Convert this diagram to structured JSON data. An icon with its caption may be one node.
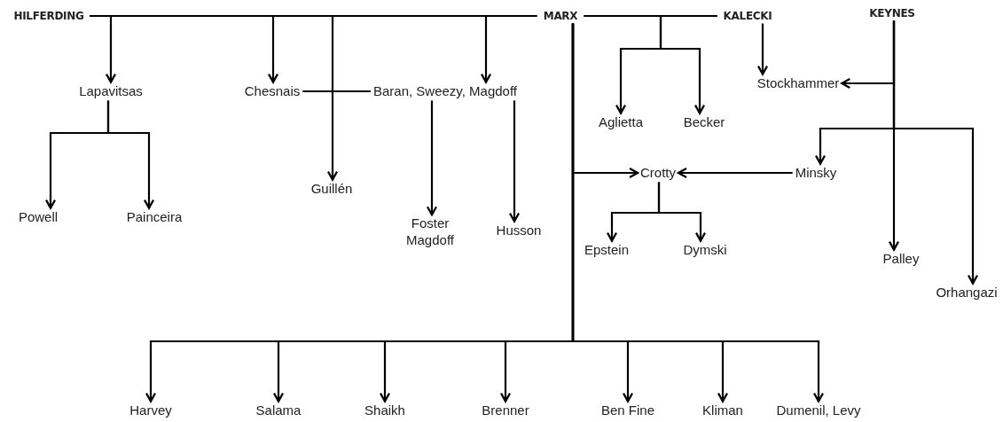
{
  "diagram": {
    "nodes": [
      {
        "text": [
          "HILFERDING"
        ]
      },
      {
        "text": [
          "MARX"
        ]
      },
      {
        "text": [
          "KALECKI"
        ]
      },
      {
        "text": [
          "KEYNES"
        ]
      },
      {
        "text": [
          "Lapavitsas"
        ]
      },
      {
        "text": [
          "Chesnais"
        ]
      },
      {
        "text": [
          "Baran, Sweezy, Magdoff"
        ]
      },
      {
        "text": [
          "Guillén"
        ]
      },
      {
        "text": [
          "Powell"
        ]
      },
      {
        "text": [
          "Painceira"
        ]
      },
      {
        "text": [
          "Foster Magdoff"
        ]
      },
      {
        "text": [
          "Husson"
        ]
      },
      {
        "text": [
          "Aglietta"
        ]
      },
      {
        "text": [
          "Becker"
        ]
      },
      {
        "text": [
          "Stockhammer"
        ]
      },
      {
        "text": [
          "Crotty"
        ]
      },
      {
        "text": [
          "Minsky"
        ]
      },
      {
        "text": [
          "Epstein"
        ]
      },
      {
        "text": [
          "Dymski"
        ]
      },
      {
        "text": [
          "Palley"
        ]
      },
      {
        "text": [
          "Orhangazi"
        ]
      },
      {
        "text": [
          "Harvey"
        ]
      },
      {
        "text": [
          "Salama"
        ]
      },
      {
        "text": [
          "Shaikh"
        ]
      },
      {
        "text": [
          "Brenner"
        ]
      },
      {
        "text": [
          "Ben Fine"
        ]
      },
      {
        "text": [
          "Kliman"
        ]
      },
      {
        "text": [
          "Dumenil, Levy"
        ]
      }
    ],
    "edges": [
      {
        "from": 0,
        "to": 1,
        "arrow": "none"
      },
      {
        "from": 0,
        "to": 4,
        "arrow": "to"
      },
      {
        "from": 0,
        "to": 5,
        "arrow": "to"
      },
      {
        "from": 0,
        "to": 7,
        "arrow": "to"
      },
      {
        "from": 0,
        "to": 6,
        "arrow": "to"
      },
      {
        "from": 5,
        "to": 6,
        "arrow": "none"
      },
      {
        "from": 4,
        "to": 8,
        "arrow": "to"
      },
      {
        "from": 4,
        "to": 9,
        "arrow": "to"
      },
      {
        "from": 6,
        "to": 10,
        "arrow": "to"
      },
      {
        "from": 6,
        "to": 11,
        "arrow": "to"
      },
      {
        "from": 1,
        "to": 2,
        "arrow": "none"
      },
      {
        "from": 2,
        "to": 12,
        "arrow": "to"
      },
      {
        "from": 2,
        "to": 13,
        "arrow": "to"
      },
      {
        "from": 2,
        "to": 14,
        "arrow": "to"
      },
      {
        "from": 3,
        "to": 14,
        "arrow": "to"
      },
      {
        "from": 3,
        "to": 16,
        "arrow": "to"
      },
      {
        "from": 3,
        "to": 19,
        "arrow": "to"
      },
      {
        "from": 3,
        "to": 20,
        "arrow": "to"
      },
      {
        "from": 1,
        "to": 15,
        "arrow": "to"
      },
      {
        "from": 16,
        "to": 15,
        "arrow": "to"
      },
      {
        "from": 15,
        "to": 17,
        "arrow": "to"
      },
      {
        "from": 15,
        "to": 18,
        "arrow": "to"
      },
      {
        "from": 1,
        "to": 21,
        "arrow": "to"
      },
      {
        "from": 1,
        "to": 22,
        "arrow": "to"
      },
      {
        "from": 1,
        "to": 23,
        "arrow": "to"
      },
      {
        "from": 1,
        "to": 24,
        "arrow": "to"
      },
      {
        "from": 1,
        "to": 25,
        "arrow": "to"
      },
      {
        "from": 1,
        "to": 26,
        "arrow": "to"
      },
      {
        "from": 1,
        "to": 27,
        "arrow": "to"
      }
    ]
  }
}
